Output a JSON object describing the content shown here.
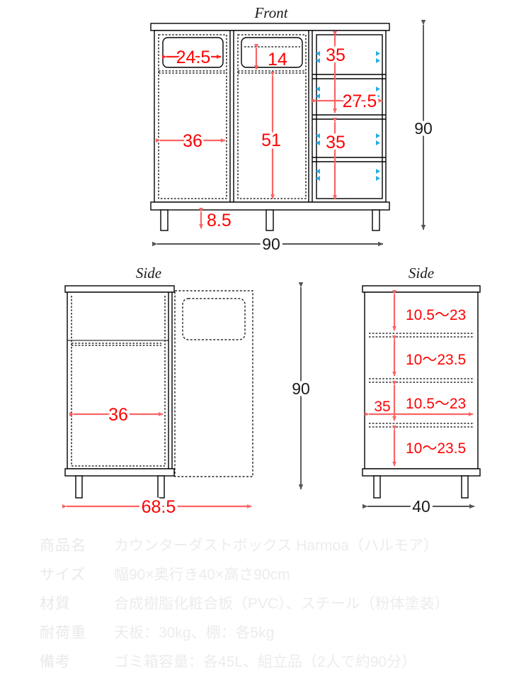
{
  "views": {
    "front": {
      "title": "Front",
      "dims": {
        "door_width": "24.5",
        "door_height": "14",
        "left_inner_width": "36",
        "mid_inner_height": "51",
        "shelf_upper": "35",
        "shelf_depth_mid": "27.5",
        "shelf_lower": "35",
        "leg_height": "8.5",
        "total_width": "90",
        "total_height": "90"
      }
    },
    "side_left": {
      "title": "Side",
      "dims": {
        "inner_depth": "36",
        "open_depth": "68.5",
        "total_height": "90"
      }
    },
    "side_right": {
      "title": "Side",
      "dims": {
        "shelf_1": "10.5～23",
        "shelf_2": "10～23.5",
        "shelf_3": "10.5～23",
        "shelf_4": "10～23.5",
        "shelf_depth": "35",
        "total_depth": "40"
      }
    }
  },
  "spec": {
    "rows": [
      {
        "label": "商品名",
        "value": "カウンターダストボックス Harmoa（ハルモア）"
      },
      {
        "label": "サイズ",
        "value": "幅90×奥行き40×高さ90cm"
      },
      {
        "label": "材質",
        "value": "合成樹脂化粧合板（PVC）、スチール（粉体塗装）"
      },
      {
        "label": "耐荷重",
        "value": "天板：30kg、棚：各5kg"
      },
      {
        "label": "備考",
        "value": "ゴミ箱容量：各45L、組立品（2人で約90分）"
      }
    ]
  },
  "colors": {
    "dimension_red": "#ff0000",
    "arrow_red": "#fa6464",
    "shelf_marker_cyan": "#22aee8",
    "outline_black": "#000000",
    "spec_text": "#ececec"
  }
}
